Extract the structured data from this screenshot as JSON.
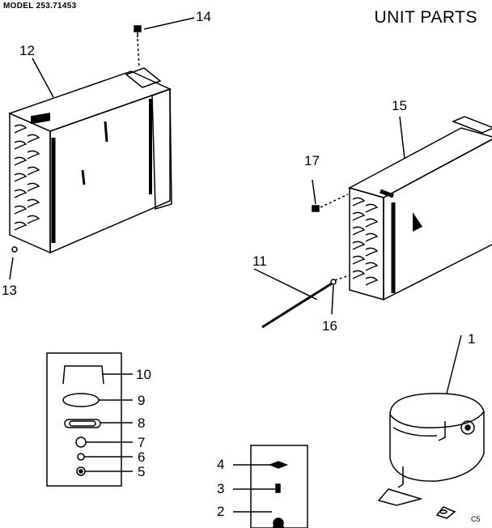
{
  "header": {
    "model": "MODEL 253.71453",
    "title": "UNIT PARTS"
  },
  "callouts": {
    "c1": "1",
    "c2": "2",
    "c3": "3",
    "c4": "4",
    "c5": "5",
    "c6": "6",
    "c7": "7",
    "c8": "8",
    "c9": "9",
    "c10": "10",
    "c11": "11",
    "c12": "12",
    "c13": "13",
    "c14": "14",
    "c15": "15",
    "c16": "16",
    "c17": "17"
  },
  "footer": {
    "tag": "C5"
  }
}
